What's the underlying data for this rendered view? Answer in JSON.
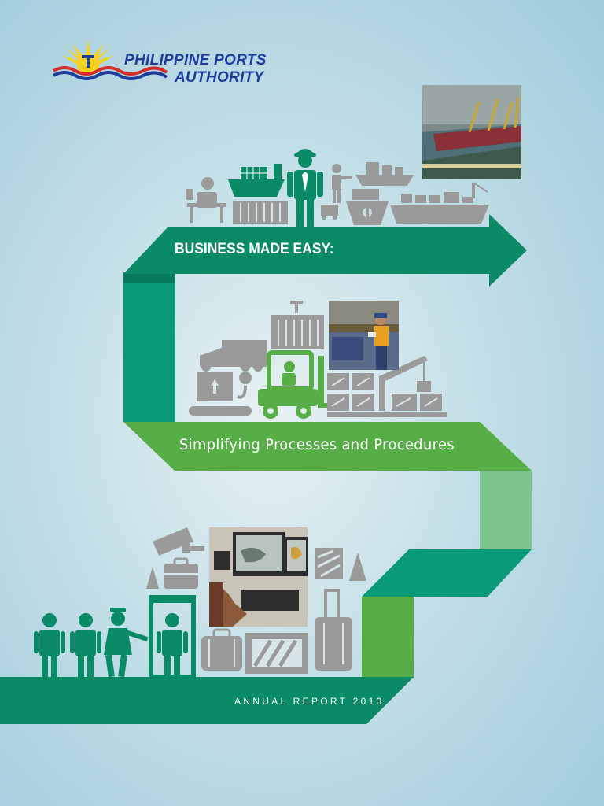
{
  "logo": {
    "line1": "PHILIPPINE PORTS",
    "line2": "AUTHORITY"
  },
  "cover": {
    "heading": "BUSINESS MADE EASY:",
    "subheading": "Simplifying Processes and Procedures",
    "footer": "ANNUAL REPORT 2013"
  },
  "colors": {
    "dark_green": "#0b8a67",
    "mid_green": "#58ae46",
    "light_green": "#7ec48f",
    "icon_gray": "#9a9a9a",
    "logo_blue": "#1d3d9b",
    "sun_yellow": "#f4d21e",
    "wave_red": "#d72c2c"
  },
  "icons": [
    "port-worker-icon",
    "desk-worker-icon",
    "container-ship-icon",
    "container-icon",
    "cargo-ship-icon",
    "anchor-ship-icon",
    "truck-icon",
    "crane-icon",
    "forklift-icon",
    "box-icon",
    "conveyor-icon",
    "cctv-camera-icon",
    "traffic-cone-icon",
    "metal-detector-icon",
    "traveler-icon",
    "security-guard-icon",
    "suitcase-icon",
    "briefcase-icon",
    "fragile-crate-icon"
  ]
}
